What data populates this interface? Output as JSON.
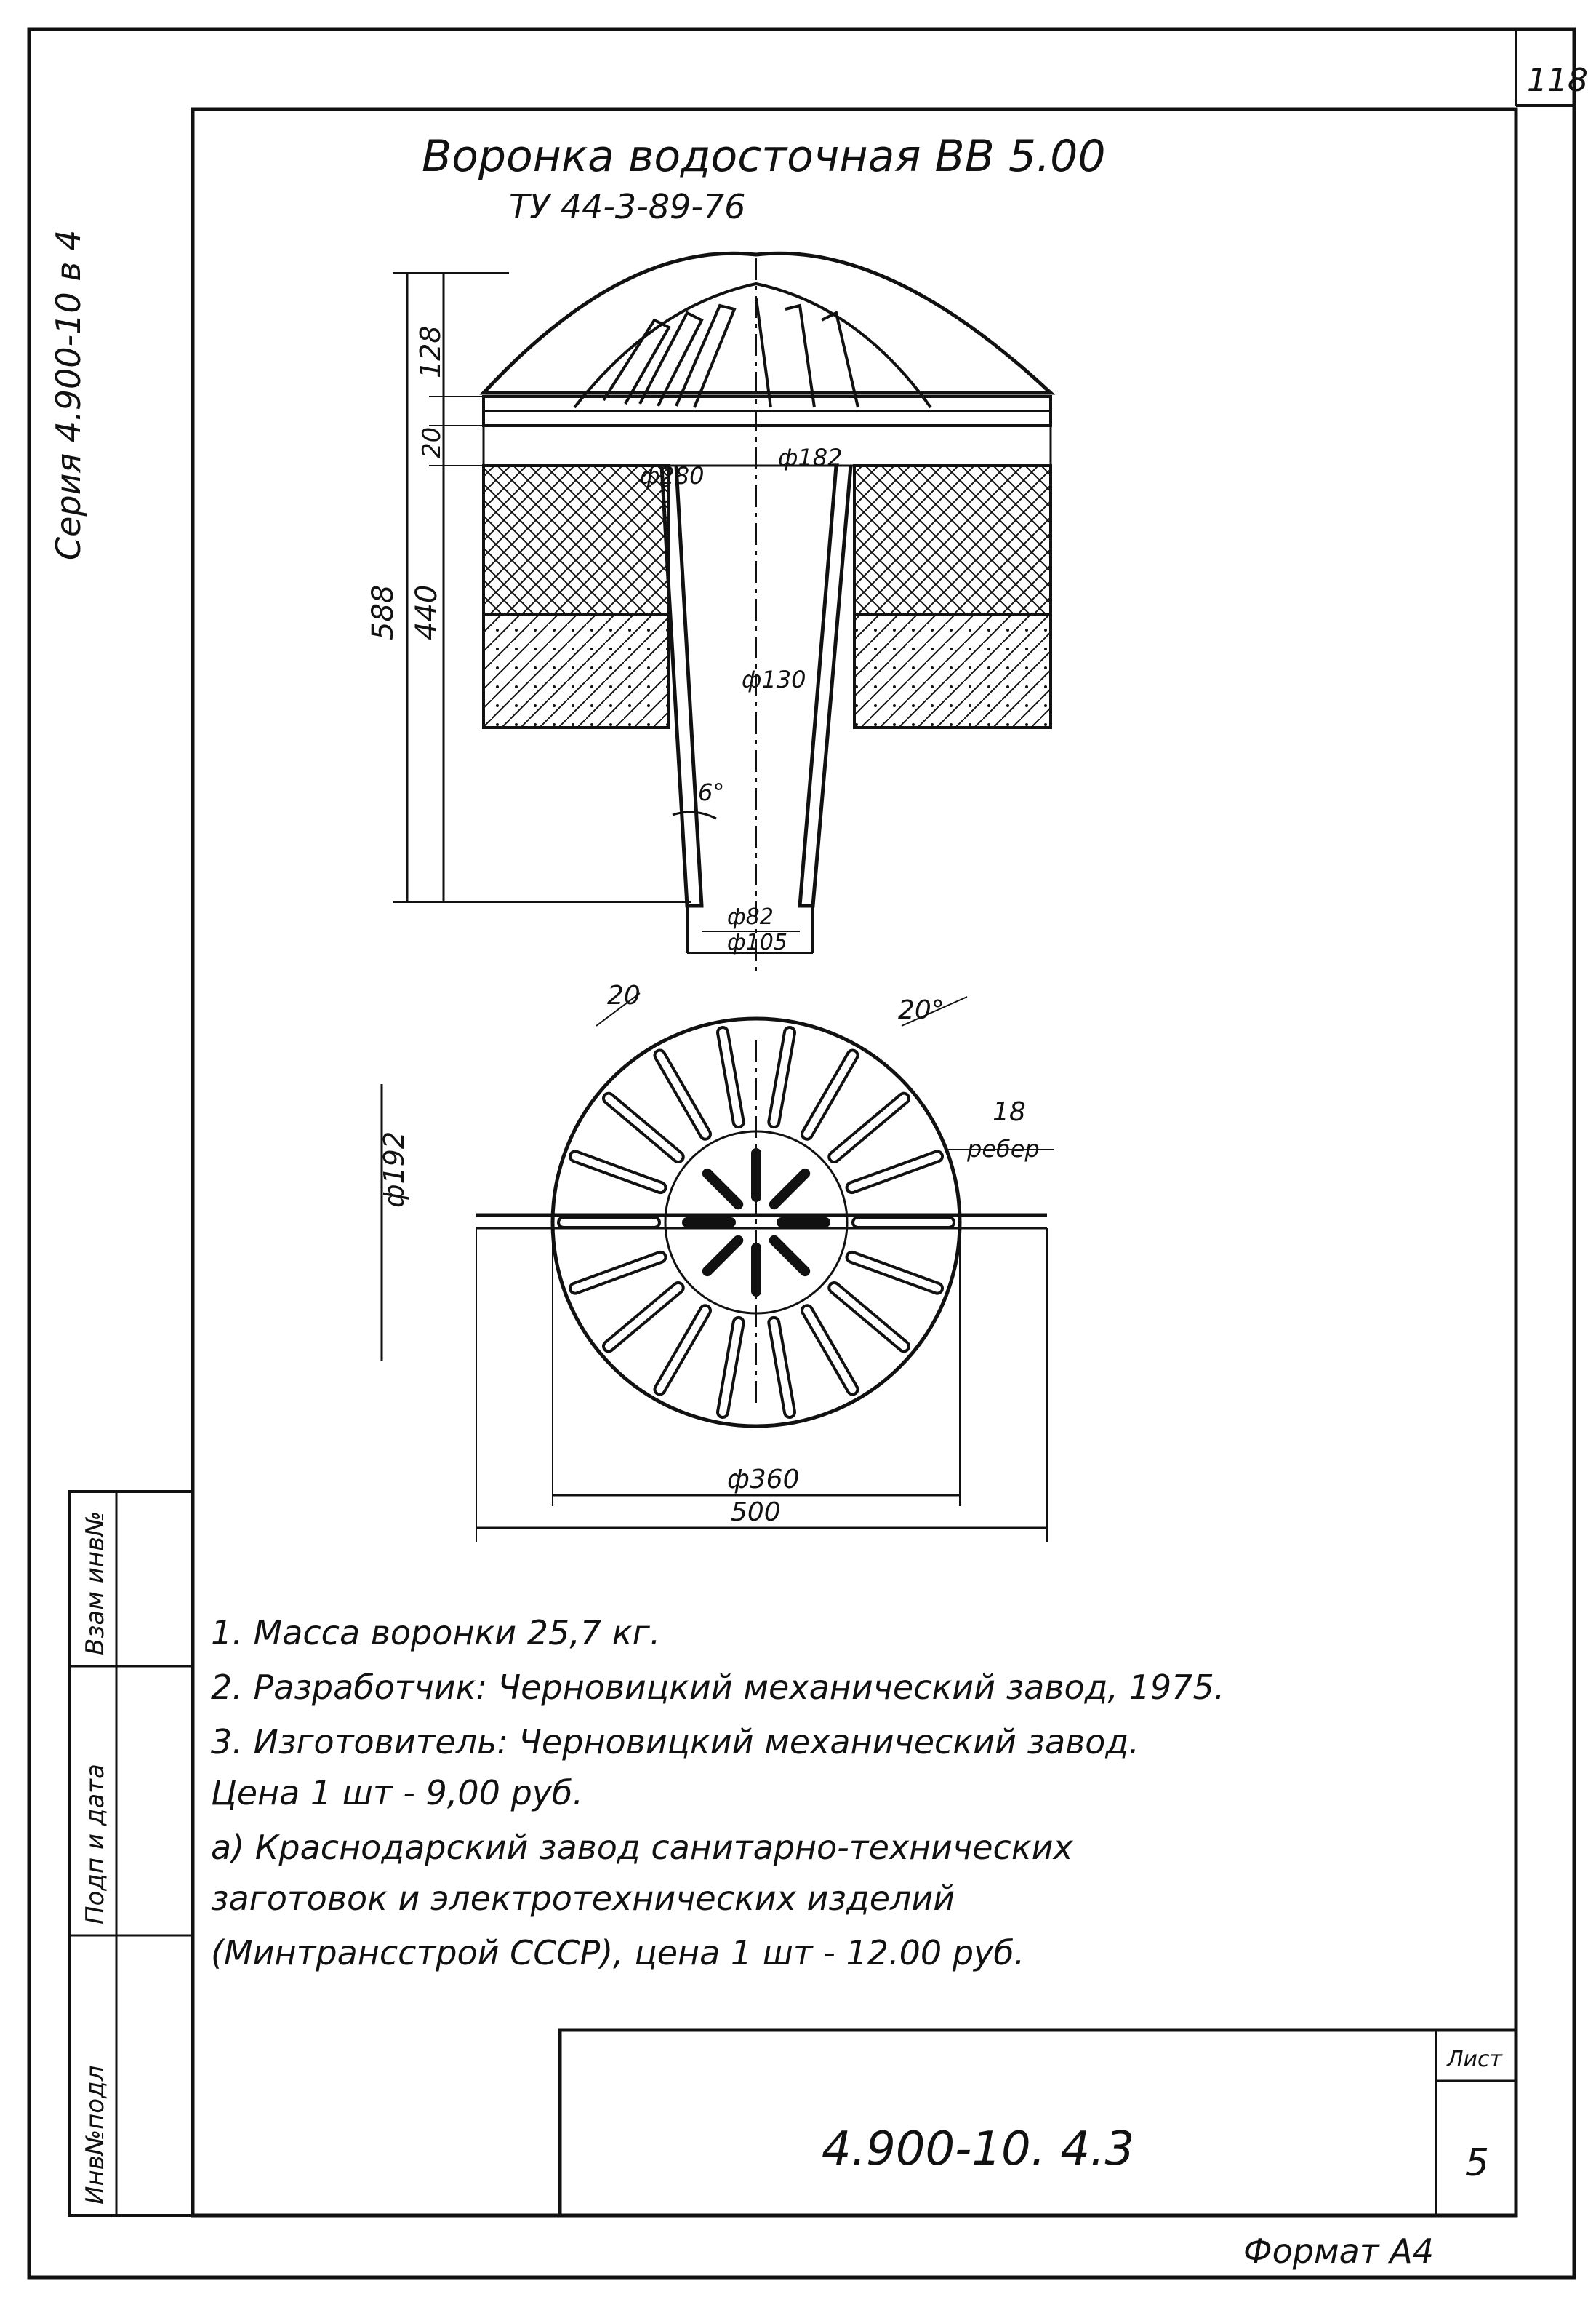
{
  "sheet": {
    "page_number": "118",
    "series_label": "Серия 4.900-10 в 4",
    "format_label": "Формат А4"
  },
  "title": {
    "line1": "Воронка водосточная ВВ 5.00",
    "line2": "ТУ 44-3-89-76"
  },
  "section_view": {
    "dims": {
      "total_height": "588",
      "body_height": "440",
      "top_height": "128",
      "flange": "20",
      "d_outer_flange": "ф280",
      "d_inner_top": "ф182",
      "d_mid": "ф130",
      "d_bottom_inner": "ф82",
      "d_bottom_outer": "ф105",
      "angle": "6°"
    }
  },
  "plan_view": {
    "dims": {
      "rib_width": "20",
      "rib_angle": "20°",
      "ribs_count": "18",
      "ribs_label": "ребер",
      "d_grate": "ф192",
      "d_bowl": "ф360",
      "plate_width": "500"
    }
  },
  "notes": [
    "1. Масса воронки      25,7 кг.",
    "2. Разработчик:  Черновицкий механический завод, 1975.",
    "3. Изготовитель: Черновицкий механический завод.",
    "   Цена 1 шт - 9,00 руб.",
    "   а) Краснодарский завод санитарно-технических",
    "      заготовок  и электротехнических  изделий",
    "   (Минтрансстрой  СССР),  цена 1 шт -  12.00 руб."
  ],
  "side_stamp": {
    "col1": "Инв№подл",
    "col2": "Подп и дата",
    "col3": "Взам инв№"
  },
  "title_block": {
    "doc_code": "4.900-10. 4.3",
    "sheet_label": "Лист",
    "sheet_number": "5"
  }
}
